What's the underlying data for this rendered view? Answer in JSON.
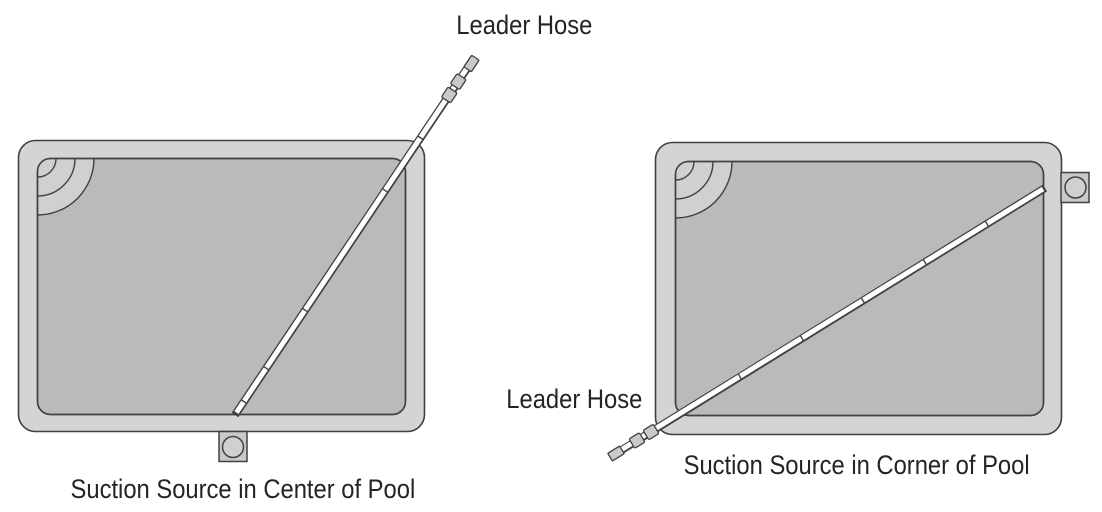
{
  "figure": {
    "type": "instructional-diagram",
    "subject": "pool leader hose placement"
  },
  "colors": {
    "background": "#ffffff",
    "outline": "#414042",
    "pool_border_fill": "#d3d4d6",
    "pool_water_fill": "#b9babc",
    "steps_fill": "#ced0d2",
    "connector_fill": "#c8c9cb",
    "hose_fill": "#ffffff",
    "text": "#262324"
  },
  "diagrams": [
    {
      "id": "center",
      "hose_label": "Leader Hose",
      "caption": "Suction Source in Center of Pool"
    },
    {
      "id": "corner",
      "hose_label": "Leader Hose",
      "caption": "Suction Source in Corner of Pool"
    }
  ]
}
